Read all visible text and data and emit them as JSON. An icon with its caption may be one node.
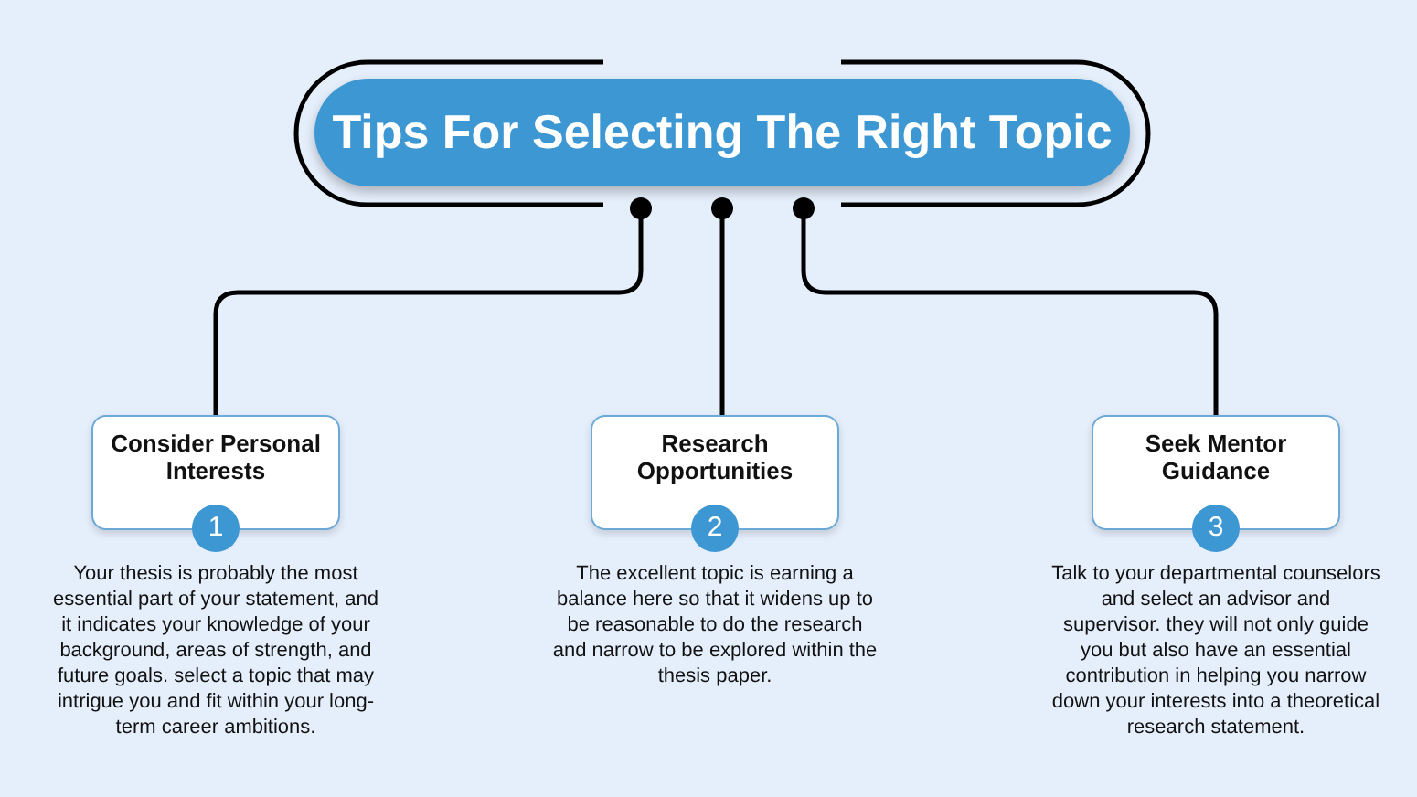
{
  "diagram": {
    "nodes": [
      {
        "text": [
          "Tips For Selecting The Right Topic"
        ]
      },
      {
        "text": [
          "Consider Personal Interests"
        ]
      },
      {
        "text": [
          "Research Opportunities"
        ]
      },
      {
        "text": [
          "Seek Mentor Guidance"
        ]
      },
      {
        "text": [
          "1"
        ],
        "beside": [
          "Your thesis is probably the most essential part of your statement, and it indicates your knowledge of your background, areas of strength, and future goals. select a topic that may intrigue you and fit within your long-term career ambitions."
        ]
      },
      {
        "text": [
          "2"
        ],
        "beside": [
          "The excellent topic is earning a balance here so that it widens up to be reasonable to do the research and narrow to be explored within the thesis paper."
        ]
      },
      {
        "text": [
          "3"
        ],
        "beside": [
          "Talk to your departmental counselors and select an advisor and supervisor. they will not only guide you but also have an essential contribution in helping you narrow down your interests into a theoretical research statement."
        ]
      }
    ],
    "edges": [
      {
        "from": 0,
        "to": 1,
        "arrow": "other"
      },
      {
        "from": 0,
        "to": 2,
        "arrow": "other"
      },
      {
        "from": 0,
        "to": 3,
        "arrow": "other"
      }
    ]
  }
}
